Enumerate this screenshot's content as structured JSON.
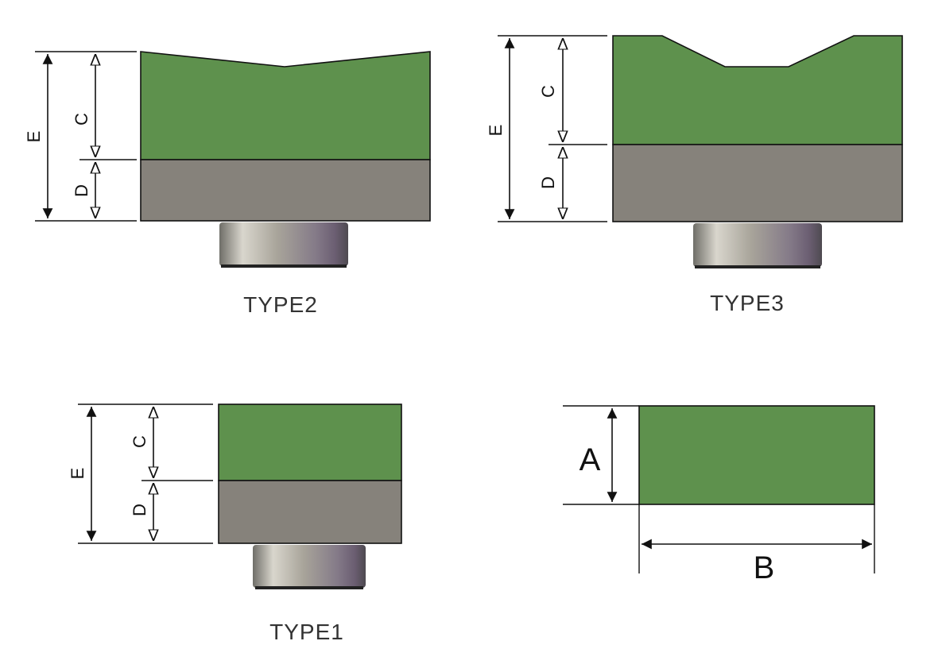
{
  "colors": {
    "pad_green": "#5e914d",
    "base_gray": "#86827b",
    "outline": "#111111",
    "caption": "#333333"
  },
  "diagrams": [
    {
      "caption": "TYPE2",
      "labels": {
        "E": "E",
        "C": "C",
        "D": "D"
      }
    },
    {
      "caption": "TYPE3",
      "labels": {
        "E": "E",
        "C": "C",
        "D": "D"
      }
    },
    {
      "caption": "TYPE1",
      "labels": {
        "E": "E",
        "C": "C",
        "D": "D"
      }
    },
    {
      "caption": "",
      "labels": {
        "A": "A",
        "B": "B"
      }
    }
  ]
}
